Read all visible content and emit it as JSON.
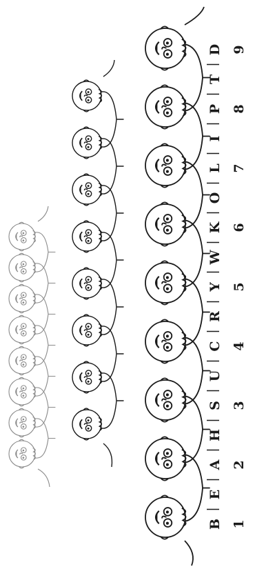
{
  "letters": [
    "B",
    "E",
    "A",
    "H",
    "S",
    "U",
    "C",
    "R",
    "Y",
    "W",
    "K",
    "O",
    "L",
    "I",
    "P",
    "T",
    "D"
  ],
  "numbers": [
    "1",
    "2",
    "3",
    "4",
    "5",
    "6",
    "7",
    "8",
    "9"
  ],
  "rows": {
    "front_count": 9,
    "middle_count": 8,
    "back_count": 8
  },
  "colors": {
    "ink": "#1a1a1a",
    "faint_ink": "#8a8a8a",
    "paper": "#ffffff"
  },
  "icons": {
    "face": "smiling-face-icon"
  }
}
